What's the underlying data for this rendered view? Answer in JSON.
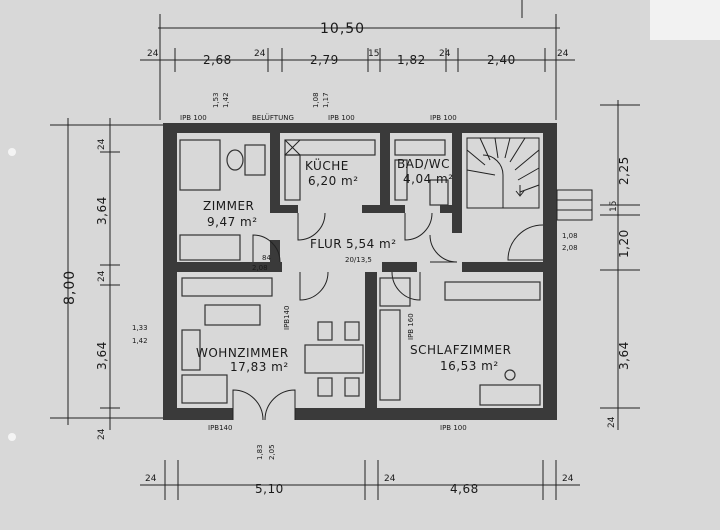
{
  "dimensions": {
    "overall_width": "10,50",
    "overall_depth": "8,00",
    "top_segments": [
      "24",
      "2,68",
      "24",
      "2,79",
      "15",
      "1,82",
      "24",
      "2,40",
      "24"
    ],
    "bottom_segments": [
      "24",
      "5,10",
      "24",
      "4,68",
      "24"
    ],
    "left_segments": [
      "24",
      "3,64",
      "24",
      "3,64",
      "24"
    ],
    "right_segments": [
      "2,25",
      "15",
      "1,20",
      "3,64",
      "24"
    ]
  },
  "rooms": [
    {
      "name": "ZIMMER",
      "area": "9,47 m²"
    },
    {
      "name": "KÜCHE",
      "area": "6,20 m²"
    },
    {
      "name": "BAD/WC",
      "area": "4,04 m²"
    },
    {
      "name": "FLUR",
      "area": "5,54 m²"
    },
    {
      "name": "WOHNZIMMER",
      "area": "17,83 m²"
    },
    {
      "name": "SCHLAFZIMMER",
      "area": "16,53 m²"
    }
  ],
  "annotations": {
    "belueftung": "BELÜFTUNG",
    "ipb100": "IPB 100",
    "ipb140": "IPB140",
    "ipb160": "IPB 160",
    "small": [
      "1,53",
      "1,42",
      "1,08",
      "1,17",
      "84",
      "2,08",
      "1,33",
      "1,42",
      "1,83",
      "2,05",
      "20/13,5",
      "1,08",
      "2,08"
    ]
  }
}
